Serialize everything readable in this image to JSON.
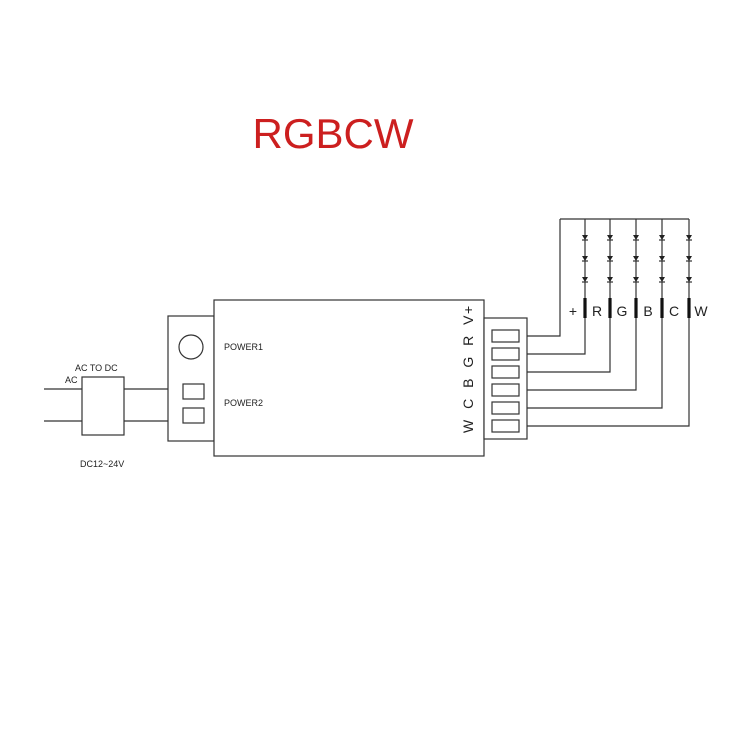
{
  "title": "RGBCW",
  "colors": {
    "title": "#cc1f1f",
    "line": "#333333"
  },
  "adapter": {
    "label": "AC TO DC",
    "input_label": "AC",
    "output_label": "DC12~24V"
  },
  "controller": {
    "power1_label": "POWER1",
    "power2_label": "POWER2",
    "terminal_labels": [
      "W",
      "C",
      "B",
      "G",
      "R",
      "V+"
    ]
  },
  "led_strip": {
    "channel_labels": [
      "+",
      "R",
      "G",
      "B",
      "C",
      "W"
    ],
    "diodes_per_channel": 3
  }
}
